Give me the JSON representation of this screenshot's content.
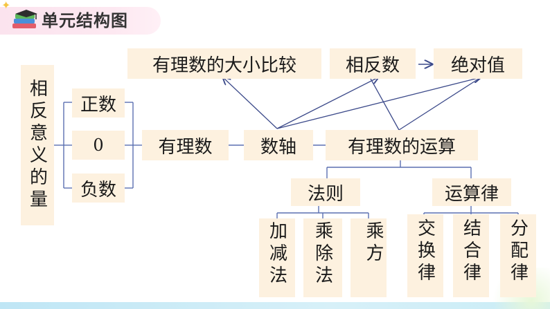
{
  "header": {
    "title": "单元结构图"
  },
  "nodes": {
    "opposite_quantities": "相反意义的量",
    "positive_number": "正数",
    "zero": "0",
    "negative_number": "负数",
    "rational_number": "有理数",
    "number_line": "数轴",
    "rational_operations": "有理数的运算",
    "comparison": "有理数的大小比较",
    "opposite_number": "相反数",
    "absolute_value": "绝对值",
    "rules": "法则",
    "laws": "运算律",
    "add_subtract": "加减法",
    "multiply_divide": "乘除法",
    "power": "乘方",
    "commutative": "交换律",
    "associative": "结合律",
    "distributive": "分配律"
  },
  "colors": {
    "box_fill": "#fdf1df",
    "tree_line": "#5a6fb0",
    "arrow_line": "#3c4a8a",
    "banner_pink": "#fbe3ee"
  }
}
